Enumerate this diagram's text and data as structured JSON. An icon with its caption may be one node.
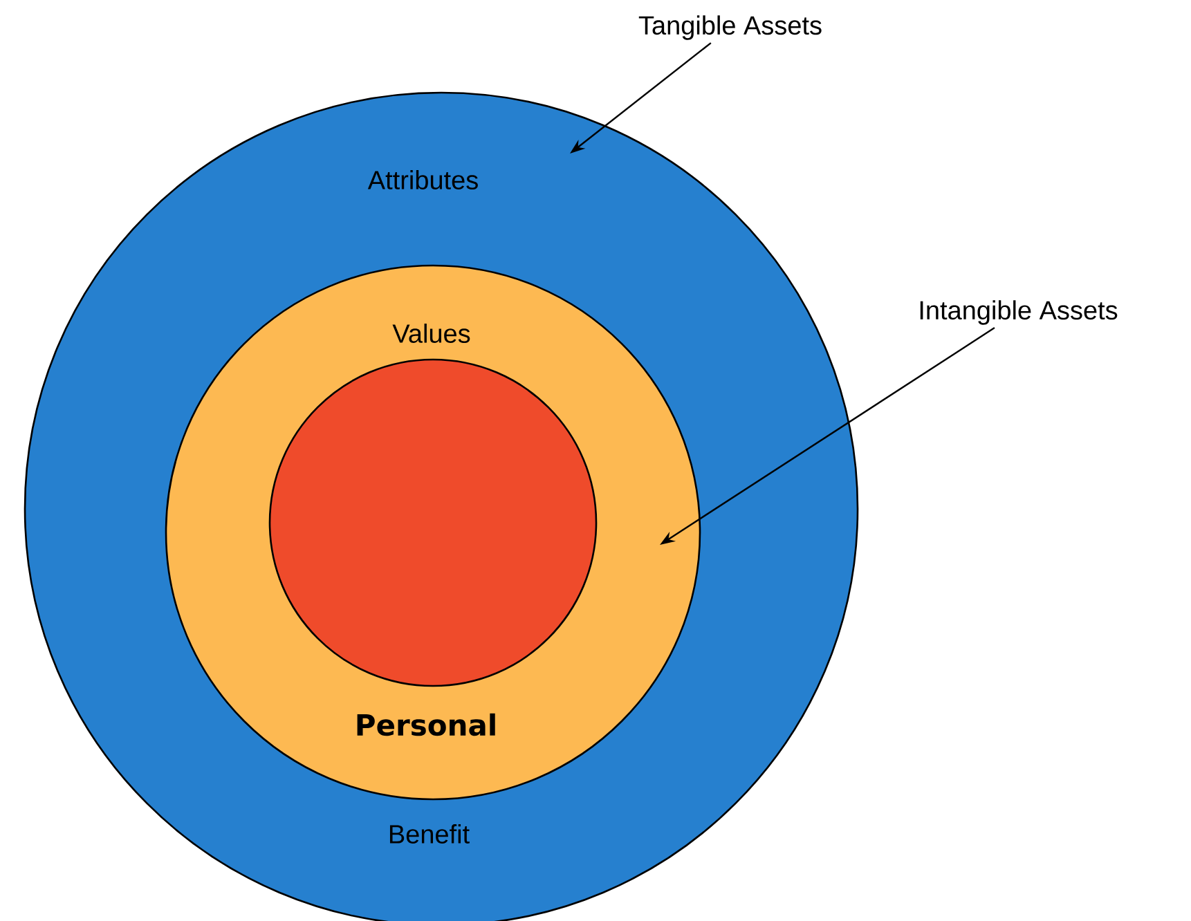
{
  "diagram": {
    "nodes": [
      {
        "text": [
          "Attributes",
          "Benefit"
        ]
      },
      {
        "text": [
          "Values",
          "Personal"
        ],
        "in": 0
      },
      {
        "text": [],
        "shape": "circle",
        "in": 1
      },
      {
        "text": [
          "Tangible  Assets"
        ]
      },
      {
        "text": [
          "Intangible Assets"
        ]
      }
    ],
    "edges": [
      {
        "from": 3,
        "to": 0,
        "arrow": "to"
      },
      {
        "from": 4,
        "to": 1,
        "arrow": "to"
      }
    ]
  }
}
